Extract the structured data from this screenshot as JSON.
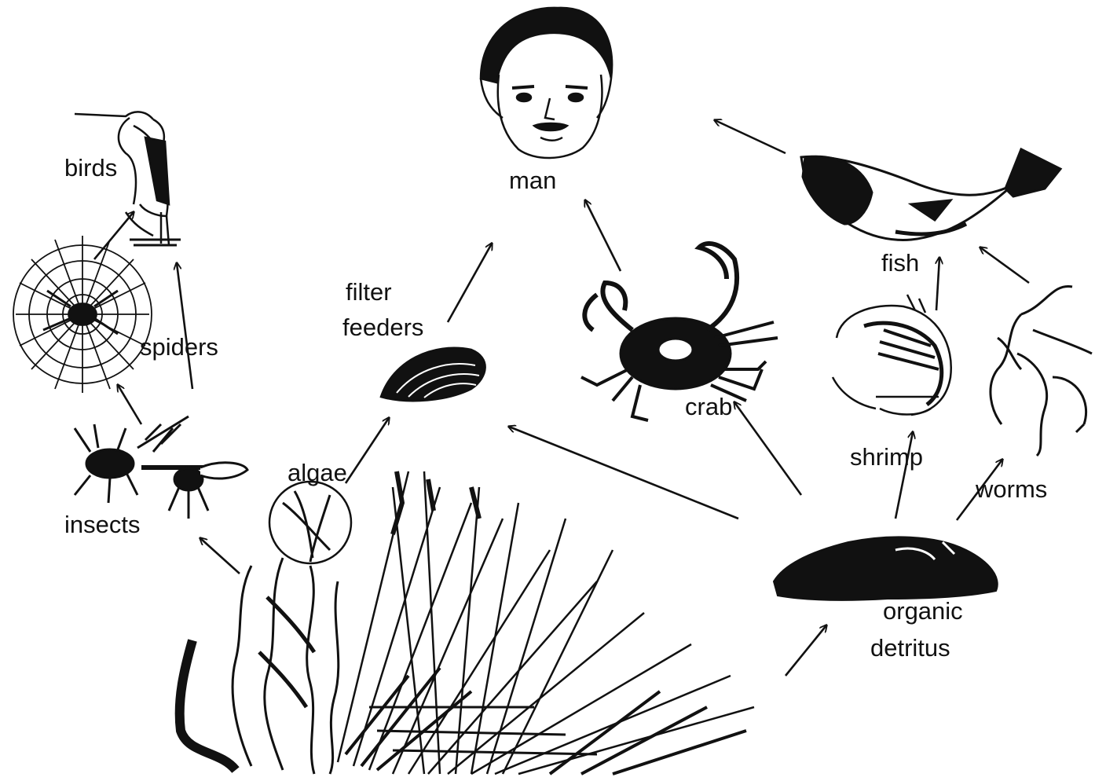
{
  "colors": {
    "ink": "#111111",
    "background": "#ffffff"
  },
  "labels": {
    "man": "man",
    "birds": "birds",
    "fish": "fish",
    "filter_feeders_line1": "filter",
    "filter_feeders_line2": "feeders",
    "spiders": "spiders",
    "crab": "crab",
    "shrimp": "shrimp",
    "algae": "algae",
    "worms": "worms",
    "insects": "insects",
    "organic_detritus_line1": "organic",
    "organic_detritus_line2": "detritus"
  },
  "icons": {
    "man": "human-face-icon",
    "birds": "heron-icon",
    "fish": "fish-icon",
    "spiders": "spider-web-icon",
    "filter_feeders": "clam-icon",
    "crab": "crab-icon",
    "shrimp": "shrimp-icon",
    "worms": "worms-icon",
    "insects": "insects-icon",
    "algae": "algae-icon",
    "grass": "marsh-grass-icon",
    "organic_detritus": "detritus-icon"
  }
}
